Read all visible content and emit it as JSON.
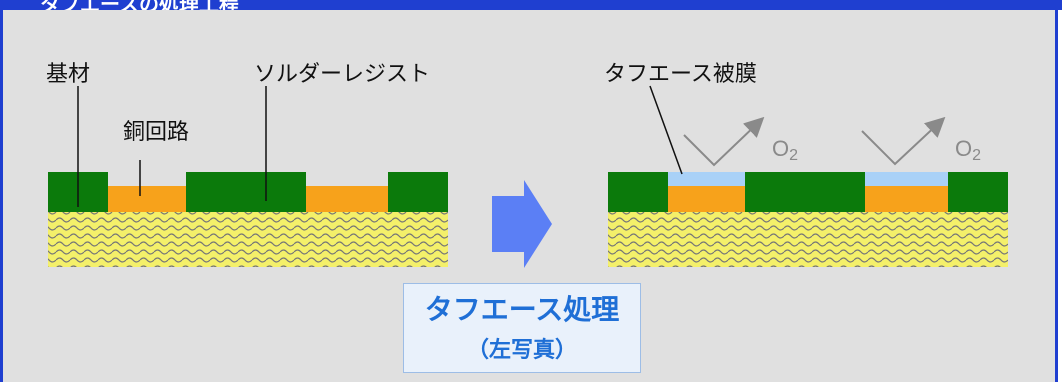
{
  "header": {
    "title": "タフエースの処理工程"
  },
  "labels": {
    "base_material": "基材",
    "copper_circuit": "銅回路",
    "solder_resist": "ソルダーレジスト",
    "coating": "タフエース被膜",
    "o2_left": "O",
    "o2_left_sub": "2",
    "o2_right": "O",
    "o2_right_sub": "2"
  },
  "process": {
    "title": "タフエース処理",
    "subtitle": "（左写真）"
  },
  "colors": {
    "frame": "#1f3fd0",
    "panel": "#e0e0e0",
    "resist": "#0b7a0b",
    "copper": "#f7a21b",
    "coating": "#a9d1f7",
    "substrate_pattern": "#f4f06a",
    "arrow": "#5b7ff5",
    "process_text": "#1f6fd6",
    "gas_arrow": "#8a8a8a"
  },
  "icons": {
    "transform_arrow": "right-arrow-icon"
  }
}
